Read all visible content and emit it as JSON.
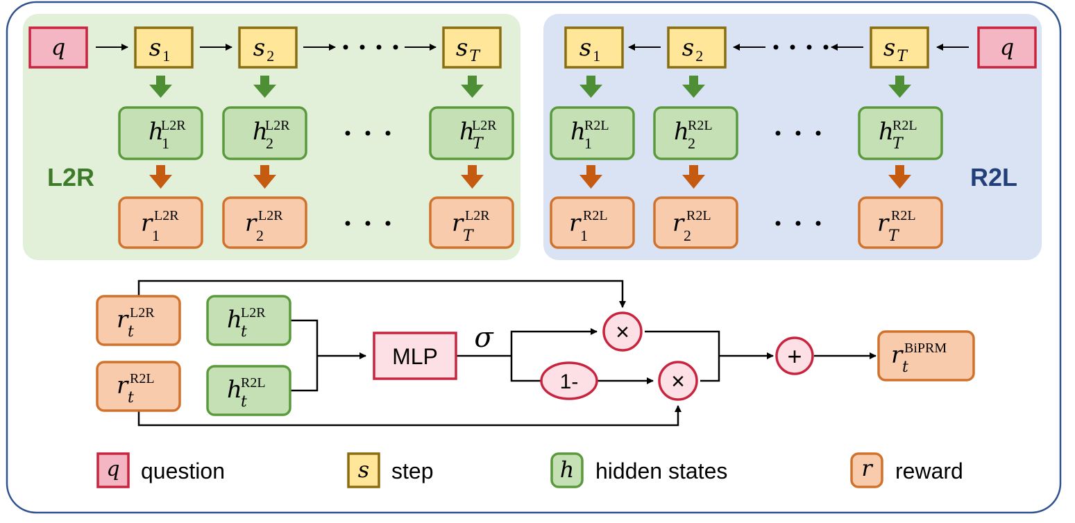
{
  "colors": {
    "frame": "#2f528f",
    "l2r_panel": "#e2f0d9",
    "r2l_panel": "#dae3f3",
    "question_fill": "#f4b6c2",
    "question_stroke": "#c9243f",
    "step_fill": "#ffe699",
    "step_stroke": "#8a6d10",
    "hidden_fill": "#c5e0b4",
    "hidden_stroke": "#5b9a3c",
    "reward_fill": "#f8cbad",
    "reward_stroke": "#d0722b",
    "green_arrow": "#4e8f35",
    "orange_arrow": "#c55a11",
    "l2r_label_color": "#3d7a2a",
    "r2l_label_color": "#233f7a"
  },
  "l2r": {
    "label": "L2R",
    "question": "q",
    "steps": [
      {
        "base": "s",
        "sub": "1"
      },
      {
        "base": "s",
        "sub": "2"
      },
      {
        "base": "s",
        "sub": "T"
      }
    ],
    "hidden": [
      {
        "base": "h",
        "sup": "L2R",
        "sub": "1"
      },
      {
        "base": "h",
        "sup": "L2R",
        "sub": "2"
      },
      {
        "base": "h",
        "sup": "L2R",
        "sub": "T"
      }
    ],
    "rewards": [
      {
        "base": "r",
        "sup": "L2R",
        "sub": "1"
      },
      {
        "base": "r",
        "sup": "L2R",
        "sub": "2"
      },
      {
        "base": "r",
        "sup": "L2R",
        "sub": "T"
      }
    ]
  },
  "r2l": {
    "label": "R2L",
    "question": "q",
    "steps": [
      {
        "base": "s",
        "sub": "1"
      },
      {
        "base": "s",
        "sub": "2"
      },
      {
        "base": "s",
        "sub": "T"
      }
    ],
    "hidden": [
      {
        "base": "h",
        "sup": "R2L",
        "sub": "1"
      },
      {
        "base": "h",
        "sup": "R2L",
        "sub": "2"
      },
      {
        "base": "h",
        "sup": "R2L",
        "sub": "T"
      }
    ],
    "rewards": [
      {
        "base": "r",
        "sup": "R2L",
        "sub": "1"
      },
      {
        "base": "r",
        "sup": "R2L",
        "sub": "2"
      },
      {
        "base": "r",
        "sup": "R2L",
        "sub": "T"
      }
    ]
  },
  "fusion": {
    "r_l2r": {
      "base": "r",
      "sup": "L2R",
      "sub": "t"
    },
    "r_r2l": {
      "base": "r",
      "sup": "R2L",
      "sub": "t"
    },
    "h_l2r": {
      "base": "h",
      "sup": "L2R",
      "sub": "t"
    },
    "h_r2l": {
      "base": "h",
      "sup": "R2L",
      "sub": "t"
    },
    "mlp": "MLP",
    "sigma": "σ",
    "one_minus": "1-",
    "times": "×",
    "plus": "+",
    "output": {
      "base": "r",
      "sup": "BiPRM",
      "sub": "t"
    }
  },
  "legend": [
    {
      "symbol": "q",
      "label": "question",
      "kind": "question"
    },
    {
      "symbol": "s",
      "label": "step",
      "kind": "step"
    },
    {
      "symbol": "h",
      "label": "hidden states",
      "kind": "hidden"
    },
    {
      "symbol": "r",
      "label": "reward",
      "kind": "reward"
    }
  ]
}
